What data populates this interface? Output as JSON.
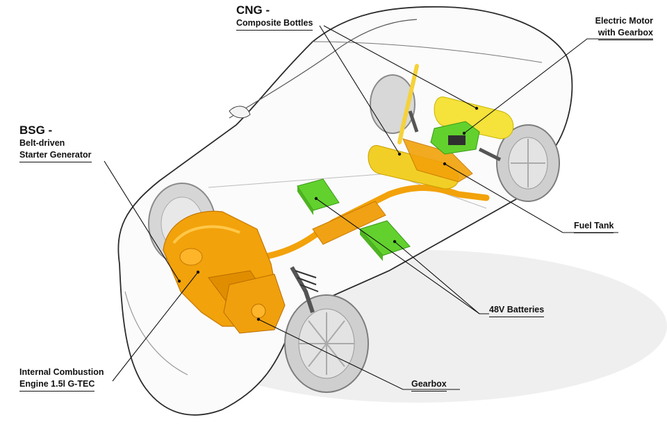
{
  "labels": {
    "cng_title": "CNG -",
    "cng_sub": "Composite Bottles",
    "motor_line1": "Electric Motor",
    "motor_line2": "with Gearbox",
    "bsg_title": "BSG -",
    "bsg_line1": "Belt-driven",
    "bsg_line2": "Starter Generator",
    "fuel_tank": "Fuel Tank",
    "batteries": "48V Batteries",
    "gearbox": "Gearbox",
    "engine_line1": "Internal Combustion",
    "engine_line2": "Engine 1.5l G-TEC"
  },
  "colors": {
    "engine": "#f2a20a",
    "cng_bottles": "#f5e23a",
    "batteries": "#62d12e",
    "body_outline": "#2b2b2b",
    "tyre": "#8a8a8a"
  }
}
